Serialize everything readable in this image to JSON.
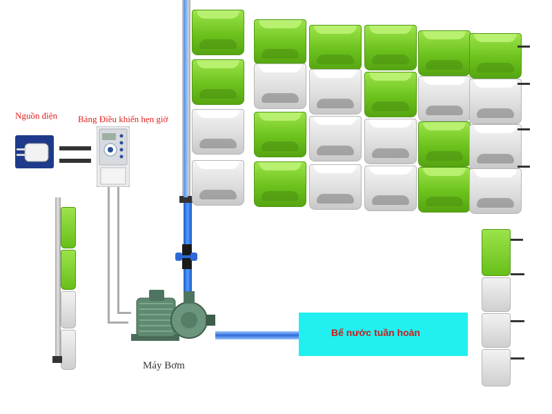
{
  "labels": {
    "power_source": "Nguồn điện",
    "timer_controller": "Bảng Điều khiển hẹn giờ",
    "pump": "Máy Bơm",
    "tank": "Bể nước tuần hoàn"
  },
  "colors": {
    "label_red": "#e0201c",
    "pot_green": "#6cc21c",
    "pot_white": "#dcdcdc",
    "water_blue": "#1e6fe0",
    "tank_cyan": "#22f0f0",
    "pump_green": "#5f8a70",
    "device_navy": "#1f3a8a"
  },
  "main_wall_grid": [
    [
      "green",
      "green",
      "green",
      "green",
      "green",
      "green"
    ],
    [
      "green",
      "white",
      "white",
      "green",
      "white",
      "white"
    ],
    [
      "white",
      "green",
      "white",
      "white",
      "green",
      "white"
    ],
    [
      "white",
      "green",
      "white",
      "white",
      "green",
      "white"
    ]
  ],
  "right_column": [
    "green",
    "white",
    "white",
    "white"
  ],
  "left_column": [
    "green",
    "green",
    "white",
    "white"
  ],
  "icons": [
    "power-plug-icon",
    "timer-controller-icon",
    "water-pump-icon",
    "valve-icon"
  ]
}
